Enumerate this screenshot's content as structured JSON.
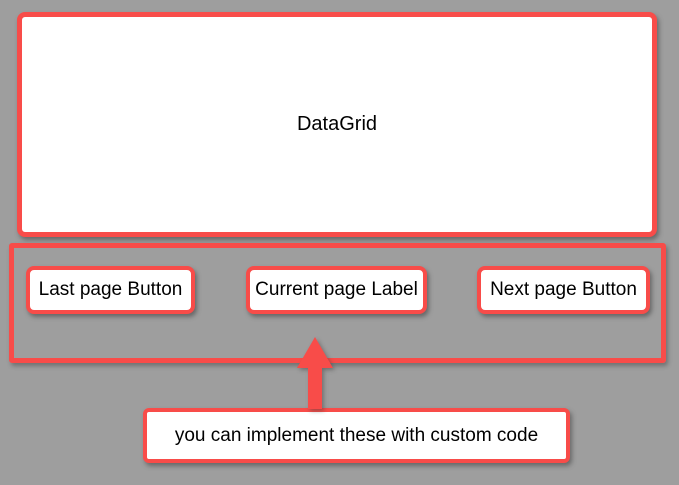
{
  "colors": {
    "background": "#9e9e9e",
    "accent": "#f84c49",
    "box_fill": "#ffffff",
    "text": "#000000"
  },
  "datagrid": {
    "label": "DataGrid"
  },
  "pagination": {
    "last_button_label": "Last page Button",
    "current_page_label": "Current page Label",
    "next_button_label": "Next page Button"
  },
  "annotation": {
    "note_text": "you can implement these with custom code",
    "arrow_icon": "up-arrow"
  }
}
